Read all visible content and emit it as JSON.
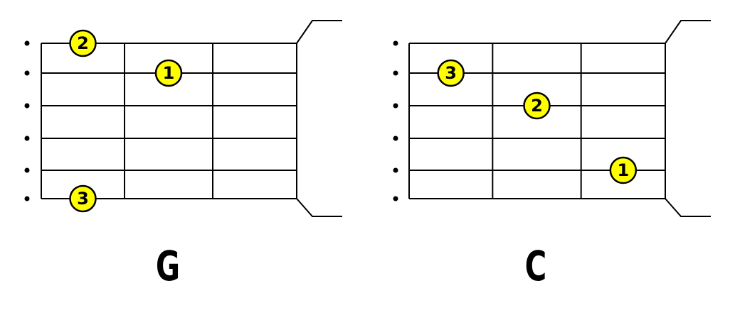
{
  "colors": {
    "background": "#ffffff",
    "lines": "#000000",
    "marker_fill": "#ffff00",
    "marker_stroke": "#000000",
    "label": "#000000"
  },
  "diagrams": [
    {
      "name": "G",
      "markers": [
        {
          "string": 1,
          "fret": 1,
          "finger": "2"
        },
        {
          "string": 2,
          "fret": 2,
          "finger": "1"
        },
        {
          "string": 6,
          "fret": 1,
          "finger": "3"
        }
      ]
    },
    {
      "name": "C",
      "markers": [
        {
          "string": 2,
          "fret": 1,
          "finger": "3"
        },
        {
          "string": 3,
          "fret": 2,
          "finger": "2"
        },
        {
          "string": 5,
          "fret": 3,
          "finger": "1"
        }
      ]
    }
  ]
}
